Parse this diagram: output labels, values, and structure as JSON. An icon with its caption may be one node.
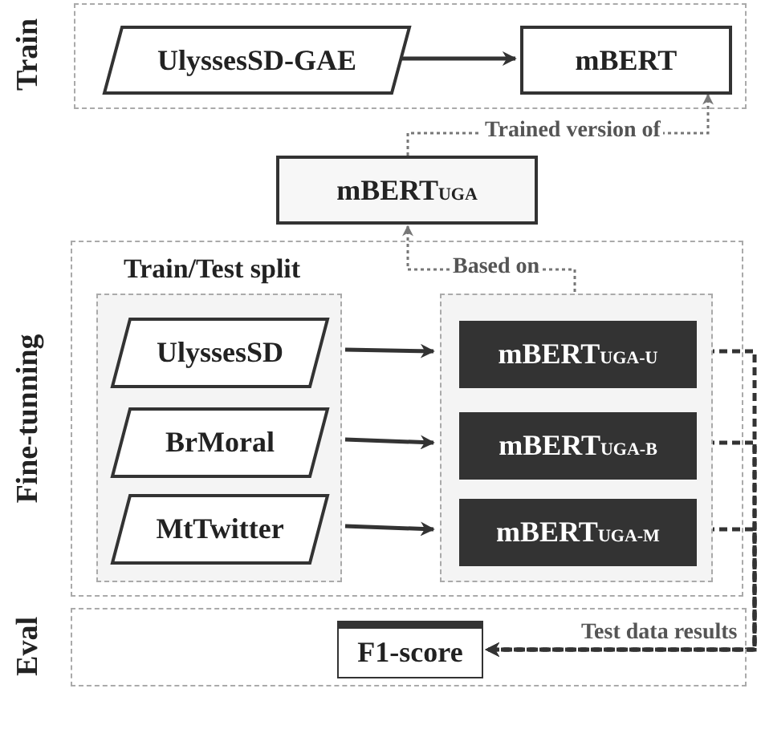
{
  "diagram": {
    "nodes": [
      {
        "text": [
          "Train"
        ]
      },
      {
        "text": [
          "UlyssesSD-GAE"
        ],
        "in": 0
      },
      {
        "text": [
          "mBERT"
        ],
        "in": 0
      },
      {
        "text": [
          "mBERT$_{UGA}$"
        ]
      },
      {
        "text": [
          "Fine-tunning"
        ]
      },
      {
        "text": [
          "Train/Test split"
        ],
        "in": 4
      },
      {
        "text": [
          "UlyssesSD"
        ],
        "in": 5
      },
      {
        "text": [
          "BrMoral"
        ],
        "in": 5
      },
      {
        "text": [
          "MtTwitter"
        ],
        "in": 5
      },
      {
        "text": [],
        "shape": "box",
        "in": 4
      },
      {
        "text": [
          "mBERT$_{UGA-U}$"
        ],
        "in": 9
      },
      {
        "text": [
          "mBERT$_{UGA-B}$"
        ],
        "in": 9
      },
      {
        "text": [
          "mBERT$_{UGA-M}$"
        ],
        "in": 9
      },
      {
        "text": [
          "Eval"
        ]
      },
      {
        "text": [
          "F1-score"
        ],
        "in": 13
      }
    ],
    "edges": [
      {
        "from": 1,
        "to": 2,
        "arrow": "to"
      },
      {
        "from": 3,
        "to": 2,
        "arrow": "to",
        "label": "Trained version of",
        "style": "dashed",
        "color": "#777777"
      },
      {
        "from": 9,
        "to": 3,
        "arrow": "to",
        "label": "Based on",
        "style": "dashed",
        "color": "#777777"
      },
      {
        "from": 6,
        "to": 10,
        "arrow": "to"
      },
      {
        "from": 7,
        "to": 11,
        "arrow": "to"
      },
      {
        "from": 8,
        "to": 12,
        "arrow": "to"
      },
      {
        "from": 10,
        "to": 14,
        "arrow": "to",
        "label": "Test data results",
        "style": "dashed"
      },
      {
        "from": 11,
        "to": 14,
        "arrow": "to",
        "style": "dashed"
      },
      {
        "from": 12,
        "to": 14,
        "arrow": "to",
        "style": "dashed"
      }
    ]
  }
}
